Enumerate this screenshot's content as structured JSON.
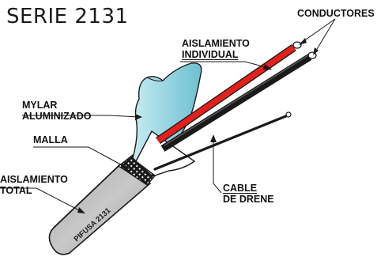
{
  "title": "SERIE 2131",
  "labels": {
    "conductores": "CONDUCTORES",
    "aislamiento_individual_1": "AISLAMIENTO",
    "aislamiento_individual_2": "INDIVIDUAL",
    "mylar_1": "MYLAR",
    "mylar_2": "ALUMINIZADO",
    "malla": "MALLA",
    "aislamiento_total_1": "AISLAMIENTO",
    "aislamiento_total_2": "TOTAL",
    "cable_drene_1": "CABLE",
    "cable_drene_2": "DE DRENE",
    "cable_print": "PIFUSA 2131"
  },
  "colors": {
    "jacket": "#b9b9b9",
    "mylar": "#9fd8e4",
    "red_conductor": "#e3201b",
    "black_conductor": "#1c1c1c",
    "copper": "#c9904a"
  }
}
